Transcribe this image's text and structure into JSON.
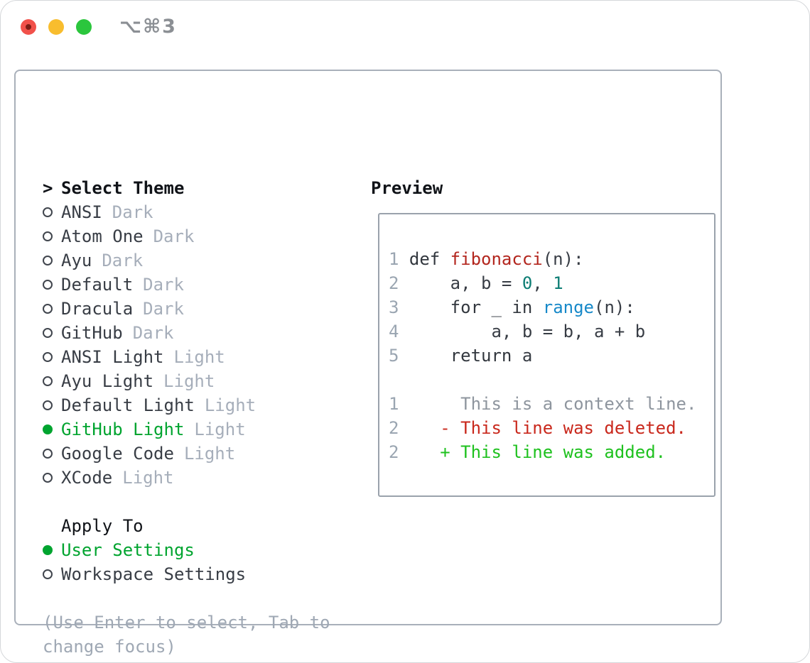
{
  "window": {
    "title": "⌥⌘3",
    "controls": [
      {
        "name": "close",
        "color": "#f1514a"
      },
      {
        "name": "minimize",
        "color": "#f8bd2e"
      },
      {
        "name": "zoom",
        "color": "#2bc63d"
      }
    ]
  },
  "colors": {
    "selected_green": "#00a42f",
    "added_green": "#1ec11e",
    "deleted_red": "#c9281c",
    "function_red": "#b3261e",
    "number_teal": "#0d7d74",
    "builtin_blue": "#1789c9",
    "keyword_dark": "#32373e",
    "plain_dark": "#383d45",
    "muted_gray": "#a6aeba",
    "line_number_gray": "#9aa5b1",
    "context_gray": "#8e959e",
    "help_gray": "#9fa8b4",
    "heading_black": "#101318",
    "panel_border": "#a9b0ba",
    "preview_border": "#9aa2ac",
    "title_gray": "#8b8f94",
    "tl_red": "#f1514a",
    "tl_red_dot": "#7c1d15",
    "tl_yellow": "#f8bd2e",
    "tl_green": "#2bc63d"
  },
  "theme_picker": {
    "header_marker": ">",
    "header": "Select Theme",
    "themes": [
      {
        "name": "ANSI",
        "variant": "Dark",
        "selected": false
      },
      {
        "name": "Atom One",
        "variant": "Dark",
        "selected": false
      },
      {
        "name": "Ayu",
        "variant": "Dark",
        "selected": false
      },
      {
        "name": "Default",
        "variant": "Dark",
        "selected": false
      },
      {
        "name": "Dracula",
        "variant": "Dark",
        "selected": false
      },
      {
        "name": "GitHub",
        "variant": "Dark",
        "selected": false
      },
      {
        "name": "ANSI Light",
        "variant": "Light",
        "selected": false
      },
      {
        "name": "Ayu Light",
        "variant": "Light",
        "selected": false
      },
      {
        "name": "Default Light",
        "variant": "Light",
        "selected": false
      },
      {
        "name": "GitHub Light",
        "variant": "Light",
        "selected": true
      },
      {
        "name": "Google Code",
        "variant": "Light",
        "selected": false
      },
      {
        "name": "XCode",
        "variant": "Light",
        "selected": false
      }
    ],
    "apply_to": {
      "label": "Apply To",
      "options": [
        {
          "label": "User Settings",
          "selected": true
        },
        {
          "label": "Workspace Settings",
          "selected": false
        }
      ]
    },
    "help_lines": [
      "(Use Enter to select, Tab to",
      "change focus)"
    ]
  },
  "preview": {
    "label": "Preview",
    "code_lines": [
      {
        "num": "1",
        "segments": [
          {
            "text": "def ",
            "style": "keyword"
          },
          {
            "text": "fibonacci",
            "style": "function"
          },
          {
            "text": "(n):",
            "style": "plain"
          }
        ]
      },
      {
        "num": "2",
        "segments": [
          {
            "text": "    a, b = ",
            "style": "plain"
          },
          {
            "text": "0",
            "style": "number"
          },
          {
            "text": ", ",
            "style": "plain"
          },
          {
            "text": "1",
            "style": "number"
          }
        ]
      },
      {
        "num": "3",
        "segments": [
          {
            "text": "    ",
            "style": "plain"
          },
          {
            "text": "for",
            "style": "keyword"
          },
          {
            "text": " _ ",
            "style": "plain"
          },
          {
            "text": "in",
            "style": "keyword"
          },
          {
            "text": " ",
            "style": "plain"
          },
          {
            "text": "range",
            "style": "builtin"
          },
          {
            "text": "(n):",
            "style": "plain"
          }
        ]
      },
      {
        "num": "4",
        "segments": [
          {
            "text": "        a, b = b, a + b",
            "style": "plain"
          }
        ]
      },
      {
        "num": "5",
        "segments": [
          {
            "text": "    ",
            "style": "plain"
          },
          {
            "text": "return",
            "style": "keyword"
          },
          {
            "text": " a",
            "style": "plain"
          }
        ]
      },
      {
        "num": "",
        "segments": []
      },
      {
        "num": "1",
        "segments": [
          {
            "text": "     This is a context line.",
            "style": "context"
          }
        ]
      },
      {
        "num": "2",
        "segments": [
          {
            "text": "   - This line was deleted.",
            "style": "deleted"
          }
        ]
      },
      {
        "num": "2",
        "segments": [
          {
            "text": "   + This line was added.",
            "style": "added"
          }
        ]
      }
    ]
  }
}
